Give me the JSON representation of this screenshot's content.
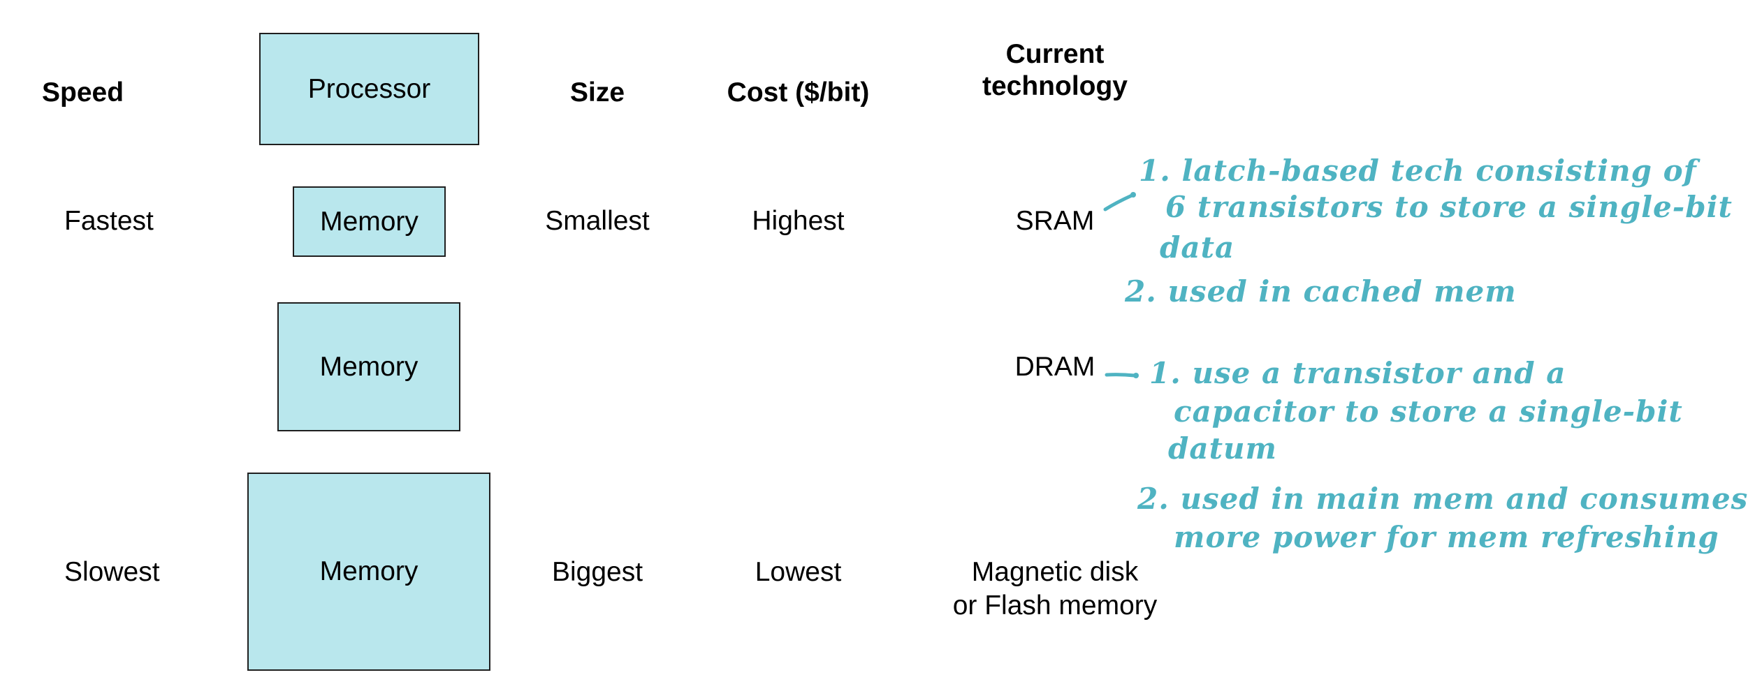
{
  "headers": {
    "speed": "Speed",
    "size": "Size",
    "cost": "Cost ($/bit)",
    "technology_line1": "Current",
    "technology_line2": "technology"
  },
  "processor_label": "Processor",
  "levels": [
    {
      "speed": "Fastest",
      "box": "Memory",
      "size": "Smallest",
      "cost": "Highest",
      "technology": "SRAM"
    },
    {
      "speed": "",
      "box": "Memory",
      "size": "",
      "cost": "",
      "technology": "DRAM"
    },
    {
      "speed": "Slowest",
      "box": "Memory",
      "size": "Biggest",
      "cost": "Lowest",
      "technology_line1": "Magnetic disk",
      "technology_line2": "or Flash memory"
    }
  ],
  "annotations": {
    "color": "#4fb3c2",
    "sram": [
      "1. latch-based tech consisting of",
      "6 transistors to store a single-bit",
      "data",
      "2. used in cached mem"
    ],
    "dram": [
      "1. use a transistor and a",
      "capacitor to store a single-bit",
      "datum",
      "2. used in main mem and consumes",
      "more power for mem refreshing"
    ]
  },
  "colors": {
    "box_fill": "#b9e7ed",
    "box_border": "#1f1f1f"
  }
}
